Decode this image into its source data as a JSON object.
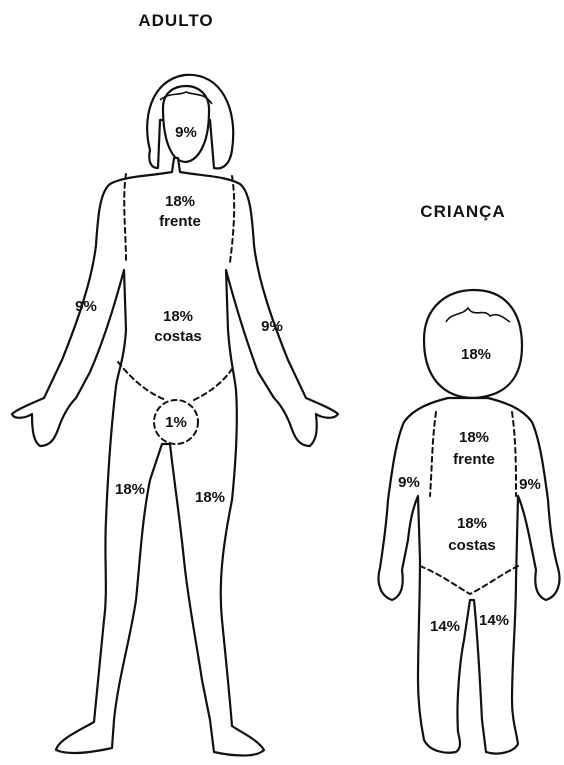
{
  "adult": {
    "title": "ADULTO",
    "head": "9%",
    "chest_pct": "18%",
    "chest_word": "frente",
    "back_pct": "18%",
    "back_word": "costas",
    "arm_left": "9%",
    "arm_right": "9%",
    "genital": "1%",
    "leg_left": "18%",
    "leg_right": "18%"
  },
  "child": {
    "title": "CRIANÇA",
    "head": "18%",
    "chest_pct": "18%",
    "chest_word": "frente",
    "back_pct": "18%",
    "back_word": "costas",
    "arm_left": "9%",
    "arm_right": "9%",
    "leg_left": "14%",
    "leg_right": "14%"
  }
}
